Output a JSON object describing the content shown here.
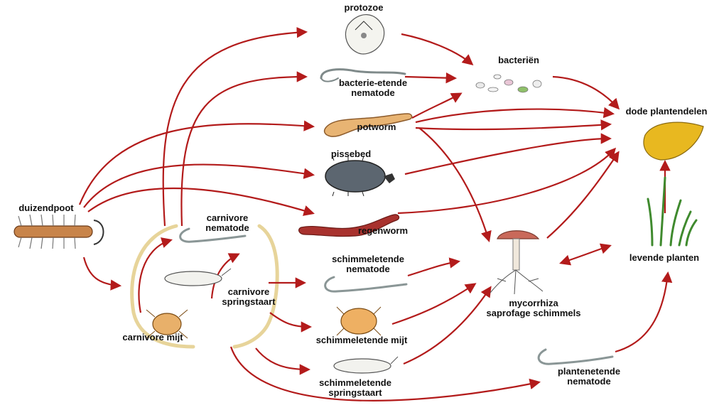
{
  "colors": {
    "arrow": "#b31b1b",
    "bracket": "#e7d49a",
    "leaf": "#e8b820",
    "worm": "#a8322e",
    "grass": "#3f8a2e"
  },
  "labels": {
    "protozoa": "protozoe",
    "bacteria": "bacteriën",
    "bacterial_nematode": [
      "bacterie-etende",
      "nematode"
    ],
    "potworm": "potworm",
    "woodlouse": "pissebed",
    "earthworm": "regenworm",
    "dead_plants": "dode plantendelen",
    "living_plants": "levende planten",
    "centipede": "duizendpoot",
    "predatory_nematode": [
      "carnivore",
      "nematode"
    ],
    "predatory_springtail": [
      "carnivore",
      "springstaart"
    ],
    "predatory_mite": "carnivore mijt",
    "fungal_nematode": [
      "schimmeletende",
      "nematode"
    ],
    "fungal_mite": "schimmeletende mijt",
    "fungal_springtail": [
      "schimmeletende",
      "springstaart"
    ],
    "fungi": [
      "mycorrhiza",
      "saprofage schimmels"
    ],
    "plant_nematode": [
      "plantenetende",
      "nematode"
    ]
  }
}
